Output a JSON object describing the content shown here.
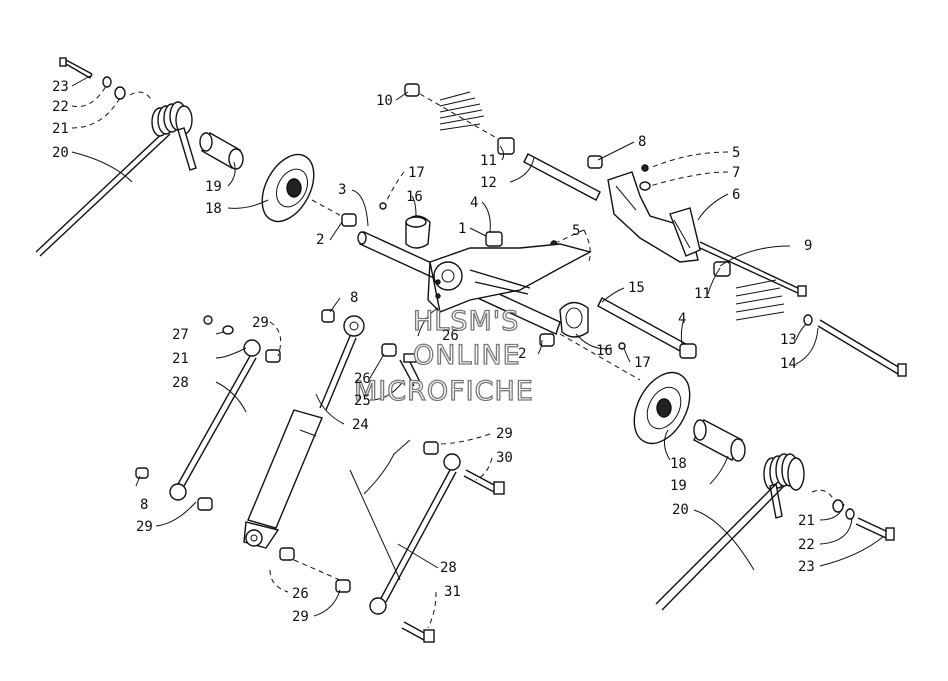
{
  "watermark": {
    "line1": "HLSM'S",
    "line2": "ONLINE",
    "line3": "MICROFICHE"
  },
  "callouts": [
    {
      "id": "c1",
      "text": "23"
    },
    {
      "id": "c2",
      "text": "22"
    },
    {
      "id": "c3",
      "text": "21"
    },
    {
      "id": "c4",
      "text": "20"
    },
    {
      "id": "c5",
      "text": "19"
    },
    {
      "id": "c6",
      "text": "18"
    },
    {
      "id": "c7",
      "text": "10"
    },
    {
      "id": "c8",
      "text": "11"
    },
    {
      "id": "c9",
      "text": "12"
    },
    {
      "id": "c10",
      "text": "8"
    },
    {
      "id": "c11",
      "text": "5"
    },
    {
      "id": "c12",
      "text": "7"
    },
    {
      "id": "c13",
      "text": "6"
    },
    {
      "id": "c14",
      "text": "3"
    },
    {
      "id": "c15",
      "text": "17"
    },
    {
      "id": "c16",
      "text": "16"
    },
    {
      "id": "c17",
      "text": "4"
    },
    {
      "id": "c18",
      "text": "1"
    },
    {
      "id": "c19",
      "text": "5"
    },
    {
      "id": "c20",
      "text": "2"
    },
    {
      "id": "c21",
      "text": "9"
    },
    {
      "id": "c22",
      "text": "15"
    },
    {
      "id": "c23",
      "text": "11"
    },
    {
      "id": "c24",
      "text": "13"
    },
    {
      "id": "c25",
      "text": "14"
    },
    {
      "id": "c26",
      "text": "4"
    },
    {
      "id": "c27",
      "text": "16"
    },
    {
      "id": "c28",
      "text": "17"
    },
    {
      "id": "c29",
      "text": "2"
    },
    {
      "id": "c30",
      "text": "26"
    },
    {
      "id": "c31",
      "text": "8"
    },
    {
      "id": "c32",
      "text": "29"
    },
    {
      "id": "c33",
      "text": "27"
    },
    {
      "id": "c34",
      "text": "21"
    },
    {
      "id": "c35",
      "text": "28"
    },
    {
      "id": "c36",
      "text": "26"
    },
    {
      "id": "c37",
      "text": "25"
    },
    {
      "id": "c38",
      "text": "24"
    },
    {
      "id": "c39",
      "text": "29"
    },
    {
      "id": "c40",
      "text": "30"
    },
    {
      "id": "c41",
      "text": "18"
    },
    {
      "id": "c42",
      "text": "19"
    },
    {
      "id": "c43",
      "text": "20"
    },
    {
      "id": "c44",
      "text": "21"
    },
    {
      "id": "c45",
      "text": "22"
    },
    {
      "id": "c46",
      "text": "23"
    },
    {
      "id": "c47",
      "text": "8"
    },
    {
      "id": "c48",
      "text": "29"
    },
    {
      "id": "c49",
      "text": "28"
    },
    {
      "id": "c50",
      "text": "26"
    },
    {
      "id": "c51",
      "text": "29"
    },
    {
      "id": "c52",
      "text": "31"
    }
  ]
}
